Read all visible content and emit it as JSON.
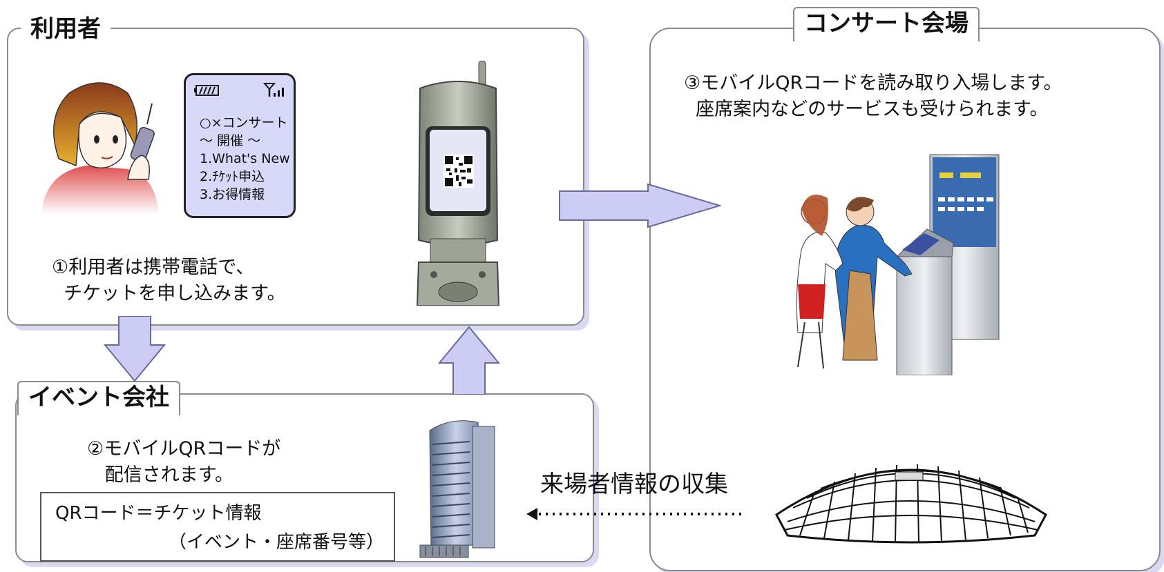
{
  "panels": {
    "user": {
      "title": "利用者",
      "step": "①利用者は携帯電話で、\n  チケットを申し込みます。"
    },
    "event": {
      "title": "イベント会社",
      "step": "②モバイルQRコードが\n   配信されます。",
      "qr_box_line1": "QRコード＝チケット情報",
      "qr_box_line2": "（イベント・座席番号等）"
    },
    "venue": {
      "title": "コンサート会場",
      "step": "③モバイルQRコードを読み取り入場します。\n  座席案内などのサービスも受けられます。"
    }
  },
  "phone_screen": {
    "lines": [
      "○×コンサート",
      "～ 開催 ～",
      "1.What's New",
      "2.ﾁｹｯﾄ申込",
      "3.お得情報"
    ]
  },
  "collection_label": "来場者情報の収集",
  "colors": {
    "arrow_fill": "#ccccf5",
    "arrow_stroke": "#6a6a9a",
    "panel_border": "#8a8a8a",
    "shadow": "#d9d9f2"
  }
}
